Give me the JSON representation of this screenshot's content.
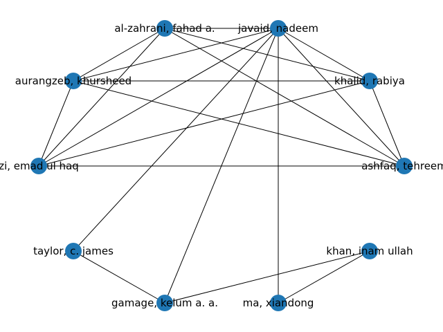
{
  "colors": {
    "node": "#1f77b4",
    "edge": "#000000",
    "label": "#000000"
  },
  "nodes": [
    {
      "id": "zahrani",
      "label": "al-zahrani, fahad a."
    },
    {
      "id": "javaid",
      "label": "javaid, nadeem"
    },
    {
      "id": "aurangzeb",
      "label": "aurangzeb, khursheed"
    },
    {
      "id": "khalid",
      "label": "khalid, rabiya"
    },
    {
      "id": "emad",
      "label": "zi, emad ul haq"
    },
    {
      "id": "ashfaq",
      "label": "ashfaq, tehreem"
    },
    {
      "id": "taylor",
      "label": "taylor, c. james"
    },
    {
      "id": "khan",
      "label": "khan, inam ullah"
    },
    {
      "id": "gamage",
      "label": "gamage, kelum a. a."
    },
    {
      "id": "ma",
      "label": "ma, xiandong"
    }
  ],
  "edges": [
    [
      "zahrani",
      "javaid"
    ],
    [
      "zahrani",
      "aurangzeb"
    ],
    [
      "zahrani",
      "emad"
    ],
    [
      "zahrani",
      "khalid"
    ],
    [
      "zahrani",
      "ashfaq"
    ],
    [
      "javaid",
      "aurangzeb"
    ],
    [
      "javaid",
      "khalid"
    ],
    [
      "javaid",
      "emad"
    ],
    [
      "javaid",
      "ashfaq"
    ],
    [
      "javaid",
      "taylor"
    ],
    [
      "javaid",
      "gamage"
    ],
    [
      "javaid",
      "ma"
    ],
    [
      "aurangzeb",
      "khalid"
    ],
    [
      "aurangzeb",
      "emad"
    ],
    [
      "aurangzeb",
      "ashfaq"
    ],
    [
      "khalid",
      "emad"
    ],
    [
      "khalid",
      "ashfaq"
    ],
    [
      "emad",
      "ashfaq"
    ],
    [
      "taylor",
      "gamage"
    ],
    [
      "khan",
      "gamage"
    ],
    [
      "khan",
      "ma"
    ]
  ]
}
